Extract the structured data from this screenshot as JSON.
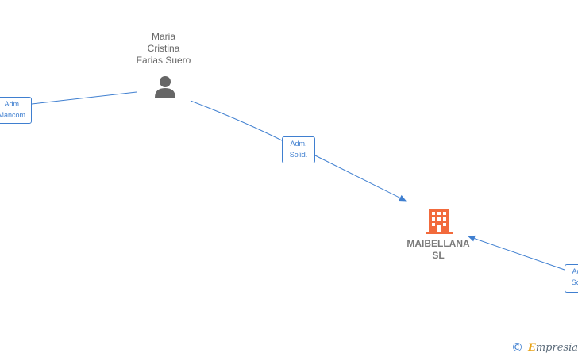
{
  "diagram": {
    "person": {
      "name_lines": [
        "Maria",
        "Cristina",
        "Farias Suero"
      ]
    },
    "company": {
      "name_lines": [
        "MAIBELLANA",
        "SL"
      ]
    },
    "edges": [
      {
        "id": "left",
        "label_lines": [
          "Adm.",
          "Mancom."
        ]
      },
      {
        "id": "mid",
        "label_lines": [
          "Adm.",
          "Solid."
        ]
      },
      {
        "id": "right",
        "label_lines": [
          "Adm.",
          "Solid."
        ]
      }
    ]
  },
  "footer": {
    "copyright_symbol": "©",
    "brand_first_letter": "E",
    "brand_rest": "mpresia"
  },
  "colors": {
    "edge": "#3f7fd0",
    "company_icon": "#f26a3c",
    "person_icon": "#666666"
  }
}
